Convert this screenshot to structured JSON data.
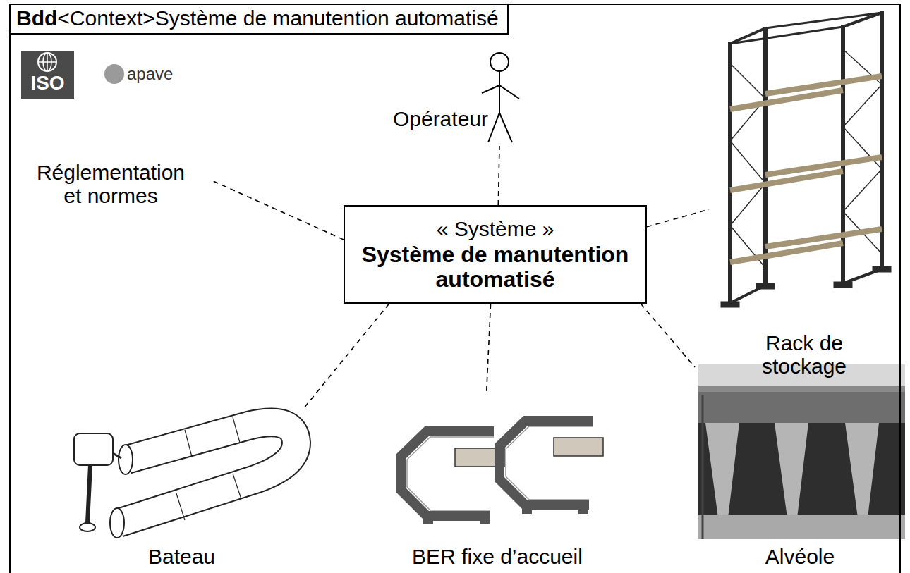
{
  "diagram": {
    "nodes": [
      {
        "text": [
          "Bdd",
          "<Context>Système de manutention automatisé"
        ]
      },
      {
        "text": [
          "Réglementation et normes"
        ],
        "in": 0
      },
      {
        "text": [
          "Opérateur"
        ],
        "in": 0
      },
      {
        "text": [
          "Rack de stockage"
        ],
        "in": 0
      },
      {
        "text": [
          "« Système »",
          "Système de manutention automatisé"
        ],
        "in": 0
      },
      {
        "text": [
          "Bateau"
        ],
        "in": 0
      },
      {
        "text": [
          "BER fixe d’accueil"
        ],
        "in": 0
      },
      {
        "text": [
          "Alvéole"
        ],
        "in": 0
      }
    ],
    "edges": [
      {
        "from": 4,
        "to": 1,
        "arrow": "none"
      },
      {
        "from": 4,
        "to": 2,
        "arrow": "none"
      },
      {
        "from": 4,
        "to": 3,
        "arrow": "none"
      },
      {
        "from": 4,
        "to": 5,
        "arrow": "none"
      },
      {
        "from": 4,
        "to": 6,
        "arrow": "none"
      },
      {
        "from": 4,
        "to": 7,
        "arrow": "none"
      }
    ],
    "labels": [
      "ISO",
      "apave"
    ]
  }
}
